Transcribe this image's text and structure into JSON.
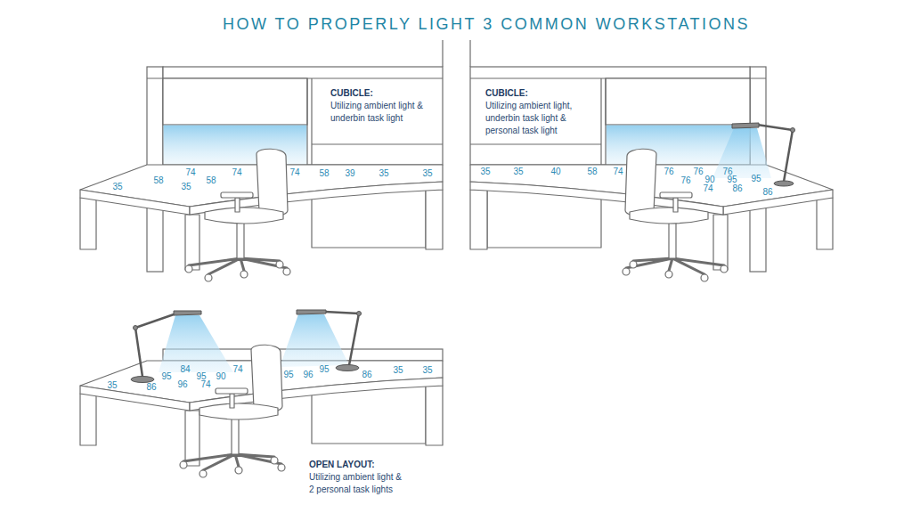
{
  "diagram": {
    "title": "HOW TO PROPERLY LIGHT 3 COMMON WORKSTATIONS",
    "nodes": [
      {
        "text": [
          "CUBICLE:",
          "Utilizing ambient light & underbin task light"
        ]
      },
      {
        "text": [
          "CUBICLE:",
          "Utilizing ambient light, underbin task light & personal task light"
        ]
      }
    ],
    "labels": [
      "35",
      "58",
      "74",
      "35",
      "58",
      "74",
      "74",
      "58",
      "39",
      "35",
      "35",
      "35",
      "35",
      "40",
      "58",
      "74",
      "76",
      "76",
      "76",
      "76",
      "90",
      "95",
      "95",
      "74",
      "86",
      "86",
      "35",
      "95",
      "84",
      "95",
      "90",
      "74",
      "86",
      "96",
      "74",
      "95",
      "96",
      "95",
      "86",
      "35",
      "35",
      "OPEN LAYOUT:",
      "Utilizing ambient light & 2 personal task lights"
    ]
  }
}
